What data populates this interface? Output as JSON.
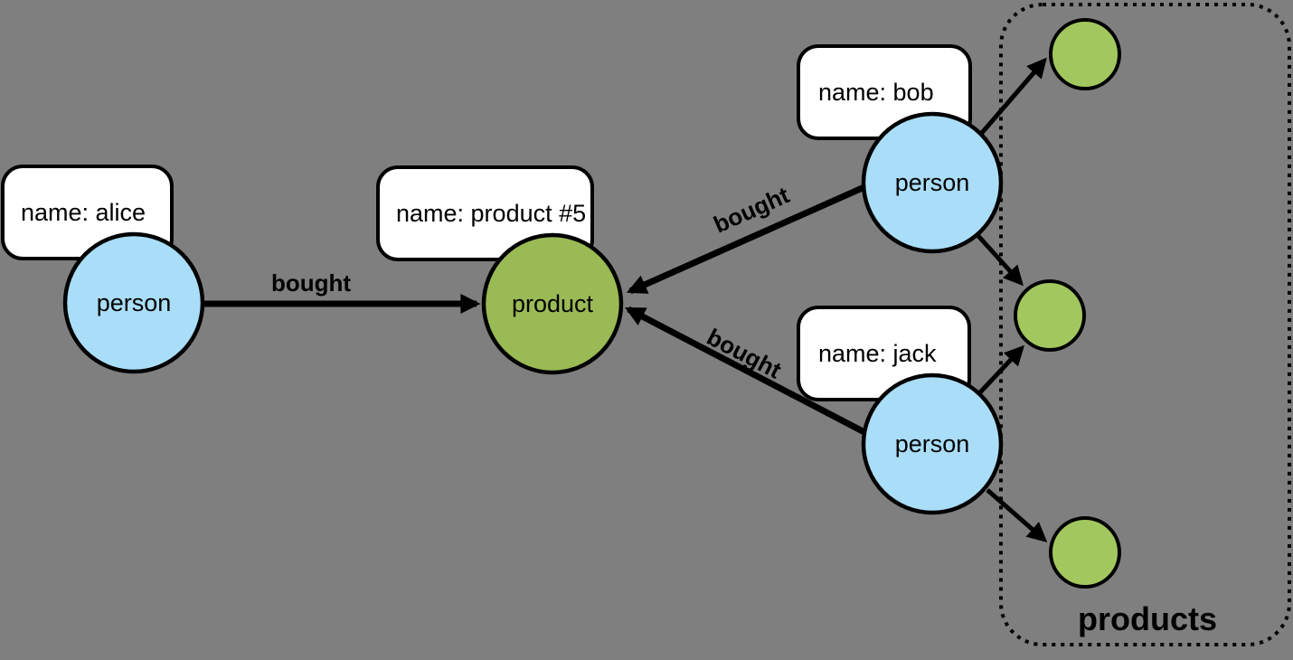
{
  "diagram": {
    "colors": {
      "bg": "#7f7f7f",
      "person_fill": "#aaddf7",
      "product_fill": "#9aba55",
      "product_small_fill": "#a3c75f",
      "label_fill": "#ffffff",
      "stroke": "#000000"
    },
    "nodes": {
      "alice": {
        "type": "person",
        "property": "name: alice"
      },
      "bob": {
        "type": "person",
        "property": "name: bob"
      },
      "jack": {
        "type": "person",
        "property": "name: jack"
      },
      "product5": {
        "type": "product",
        "property": "name: product #5"
      }
    },
    "edges": {
      "alice_to_product": {
        "label": "bought"
      },
      "bob_to_product": {
        "label": "bought"
      },
      "jack_to_product": {
        "label": "bought"
      }
    },
    "group": {
      "label": "products"
    }
  }
}
